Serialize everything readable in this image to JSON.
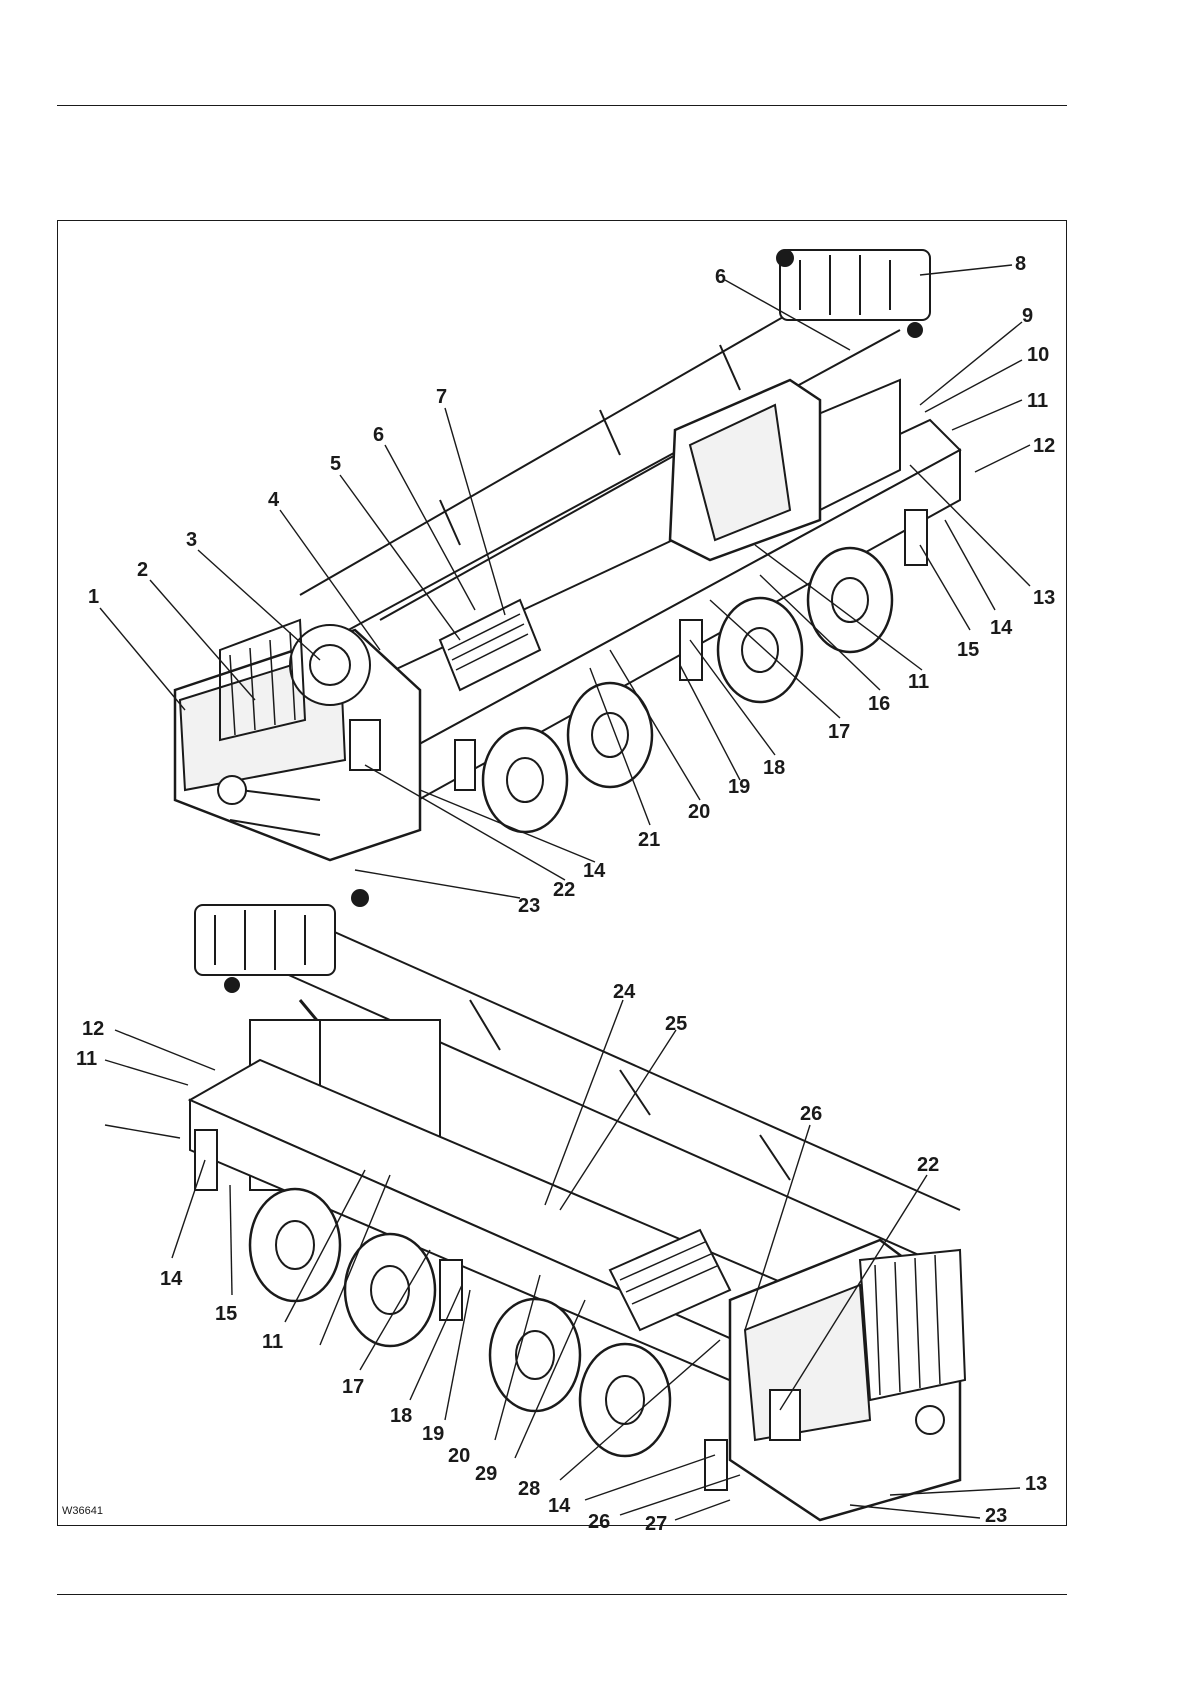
{
  "figure": {
    "drawing_code": "W36641",
    "views": [
      {
        "name": "front-left",
        "callouts": [
          "1",
          "2",
          "3",
          "4",
          "5",
          "6",
          "7",
          "6",
          "8",
          "9",
          "10",
          "11",
          "12",
          "13",
          "14",
          "15",
          "11",
          "16",
          "17",
          "18",
          "19",
          "20",
          "21",
          "14",
          "22",
          "23"
        ]
      },
      {
        "name": "rear-right",
        "callouts": [
          "12",
          "11",
          "14",
          "15",
          "11",
          "17",
          "18",
          "19",
          "20",
          "29",
          "24",
          "25",
          "26",
          "22",
          "28",
          "14",
          "26",
          "27",
          "13",
          "23"
        ]
      }
    ]
  }
}
